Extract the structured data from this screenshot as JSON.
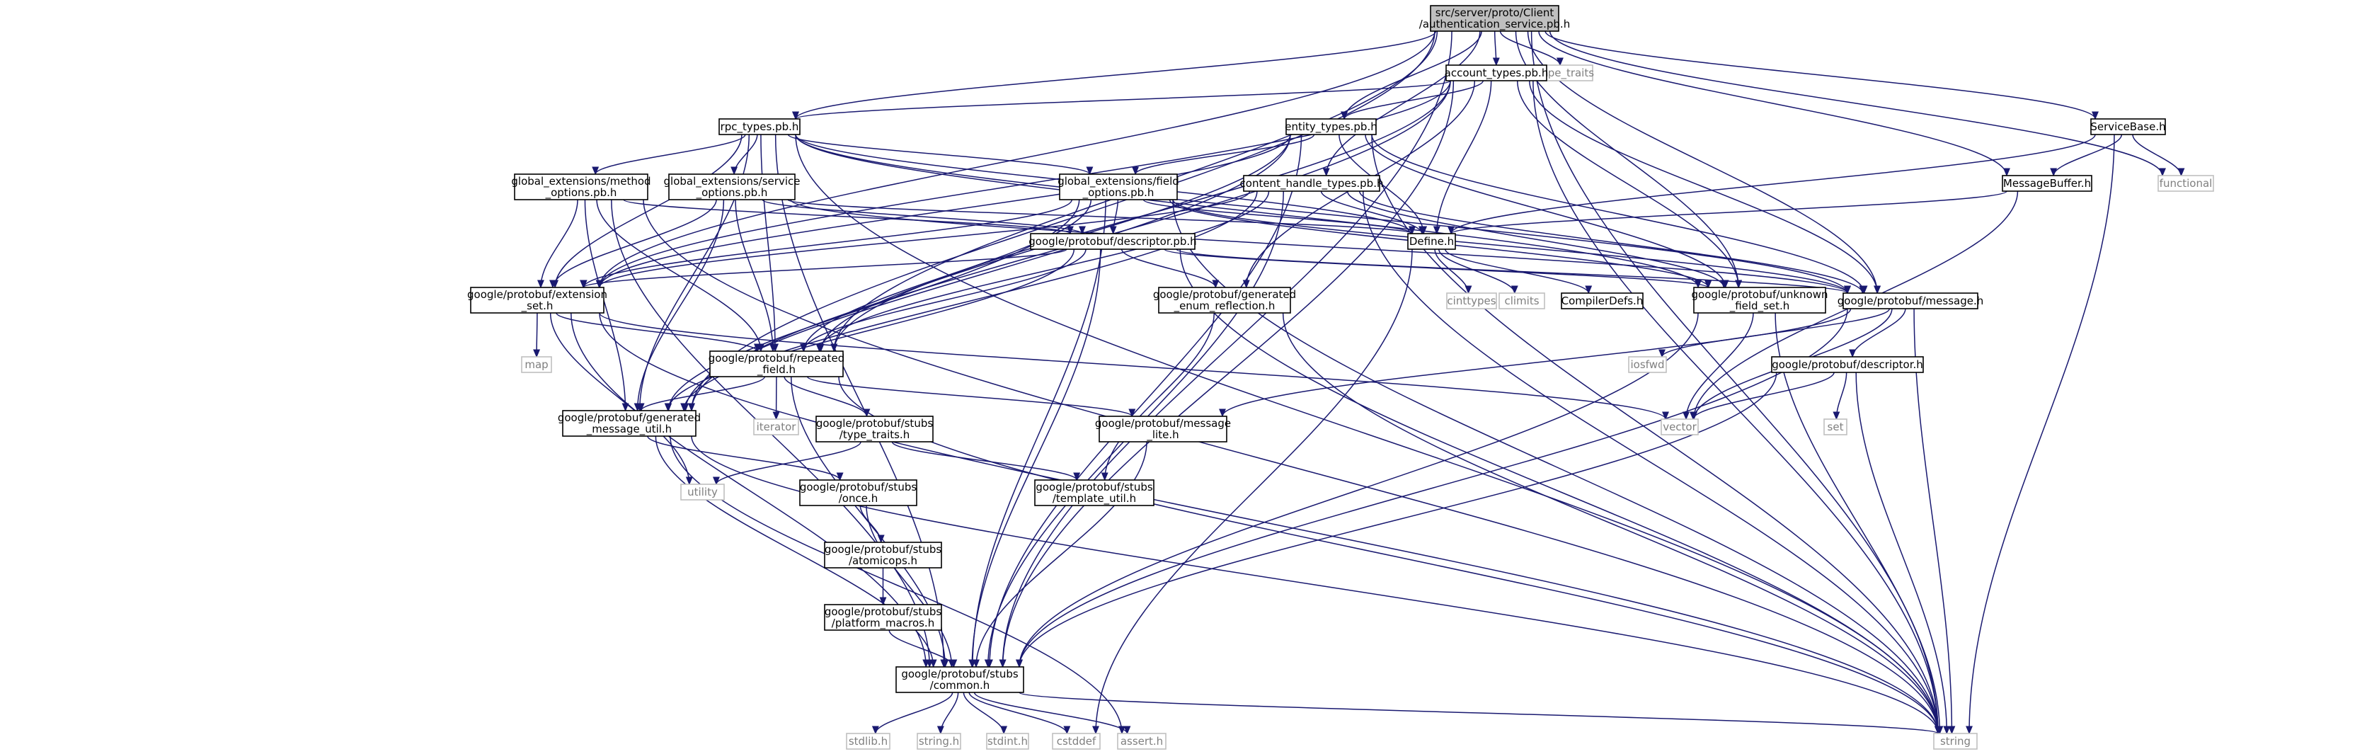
{
  "colors": {
    "edge": "#191970",
    "root_fill": "#bfbfbf",
    "system_border": "#bfbfbf",
    "system_text": "#7f7f7f"
  },
  "nodes": [
    {
      "id": "root",
      "lines": [
        "src/server/proto/Client",
        "/authentication_service.pb.h"
      ],
      "kind": "root"
    },
    {
      "id": "type_traits",
      "lines": [
        "type_traits"
      ],
      "kind": "system"
    },
    {
      "id": "account_types",
      "lines": [
        "account_types.pb.h"
      ],
      "kind": "file"
    },
    {
      "id": "servicebase",
      "lines": [
        "ServiceBase.h"
      ],
      "kind": "file"
    },
    {
      "id": "rpc_types",
      "lines": [
        "rpc_types.pb.h"
      ],
      "kind": "file"
    },
    {
      "id": "entity_types",
      "lines": [
        "entity_types.pb.h"
      ],
      "kind": "file"
    },
    {
      "id": "messagebuffer",
      "lines": [
        "MessageBuffer.h"
      ],
      "kind": "file"
    },
    {
      "id": "functional",
      "lines": [
        "functional"
      ],
      "kind": "system"
    },
    {
      "id": "ge_method",
      "lines": [
        "global_extensions/method",
        "_options.pb.h"
      ],
      "kind": "file"
    },
    {
      "id": "ge_service",
      "lines": [
        "global_extensions/service",
        "_options.pb.h"
      ],
      "kind": "file"
    },
    {
      "id": "ge_field",
      "lines": [
        "global_extensions/field",
        "_options.pb.h"
      ],
      "kind": "file"
    },
    {
      "id": "content_handle",
      "lines": [
        "content_handle_types.pb.h"
      ],
      "kind": "file"
    },
    {
      "id": "descriptor_pb",
      "lines": [
        "google/protobuf/descriptor.pb.h"
      ],
      "kind": "file"
    },
    {
      "id": "define",
      "lines": [
        "Define.h"
      ],
      "kind": "file"
    },
    {
      "id": "extension_set",
      "lines": [
        "google/protobuf/extension",
        "_set.h"
      ],
      "kind": "file"
    },
    {
      "id": "gen_enum",
      "lines": [
        "google/protobuf/generated",
        "_enum_reflection.h"
      ],
      "kind": "file"
    },
    {
      "id": "unknown_field",
      "lines": [
        "google/protobuf/unknown",
        "_field_set.h"
      ],
      "kind": "file"
    },
    {
      "id": "message_h",
      "lines": [
        "google/protobuf/message.h"
      ],
      "kind": "file"
    },
    {
      "id": "cinttypes",
      "lines": [
        "cinttypes"
      ],
      "kind": "system"
    },
    {
      "id": "climits",
      "lines": [
        "climits"
      ],
      "kind": "system"
    },
    {
      "id": "compilerdefs",
      "lines": [
        "CompilerDefs.h"
      ],
      "kind": "file"
    },
    {
      "id": "repeated_field",
      "lines": [
        "google/protobuf/repeated",
        "_field.h"
      ],
      "kind": "file"
    },
    {
      "id": "map",
      "lines": [
        "map"
      ],
      "kind": "system"
    },
    {
      "id": "iosfwd",
      "lines": [
        "iosfwd"
      ],
      "kind": "system"
    },
    {
      "id": "descriptor_h",
      "lines": [
        "google/protobuf/descriptor.h"
      ],
      "kind": "file"
    },
    {
      "id": "gen_msg_util",
      "lines": [
        "google/protobuf/generated",
        "_message_util.h"
      ],
      "kind": "file"
    },
    {
      "id": "iterator",
      "lines": [
        "iterator"
      ],
      "kind": "system"
    },
    {
      "id": "stubs_type_traits",
      "lines": [
        "google/protobuf/stubs",
        "/type_traits.h"
      ],
      "kind": "file"
    },
    {
      "id": "message_lite",
      "lines": [
        "google/protobuf/message",
        "_lite.h"
      ],
      "kind": "file"
    },
    {
      "id": "vector",
      "lines": [
        "vector"
      ],
      "kind": "system"
    },
    {
      "id": "set",
      "lines": [
        "set"
      ],
      "kind": "system"
    },
    {
      "id": "utility",
      "lines": [
        "utility"
      ],
      "kind": "system"
    },
    {
      "id": "stubs_once",
      "lines": [
        "google/protobuf/stubs",
        "/once.h"
      ],
      "kind": "file"
    },
    {
      "id": "stubs_template",
      "lines": [
        "google/protobuf/stubs",
        "/template_util.h"
      ],
      "kind": "file"
    },
    {
      "id": "stubs_atomicops",
      "lines": [
        "google/protobuf/stubs",
        "/atomicops.h"
      ],
      "kind": "file"
    },
    {
      "id": "stubs_platform",
      "lines": [
        "google/protobuf/stubs",
        "/platform_macros.h"
      ],
      "kind": "file"
    },
    {
      "id": "stubs_common",
      "lines": [
        "google/protobuf/stubs",
        "/common.h"
      ],
      "kind": "file"
    },
    {
      "id": "stdlib",
      "lines": [
        "stdlib.h"
      ],
      "kind": "system"
    },
    {
      "id": "string_h",
      "lines": [
        "string.h"
      ],
      "kind": "system"
    },
    {
      "id": "stdint",
      "lines": [
        "stdint.h"
      ],
      "kind": "system"
    },
    {
      "id": "cstddef",
      "lines": [
        "cstddef"
      ],
      "kind": "system"
    },
    {
      "id": "assert",
      "lines": [
        "assert.h"
      ],
      "kind": "system"
    },
    {
      "id": "string",
      "lines": [
        "string"
      ],
      "kind": "system"
    }
  ],
  "edges": [
    [
      "root",
      "type_traits"
    ],
    [
      "root",
      "account_types"
    ],
    [
      "root",
      "servicebase"
    ],
    [
      "root",
      "rpc_types"
    ],
    [
      "root",
      "entity_types"
    ],
    [
      "root",
      "messagebuffer"
    ],
    [
      "root",
      "functional"
    ],
    [
      "root",
      "content_handle"
    ],
    [
      "root",
      "extension_set"
    ],
    [
      "root",
      "unknown_field"
    ],
    [
      "root",
      "message_h"
    ],
    [
      "root",
      "repeated_field"
    ],
    [
      "root",
      "gen_msg_util"
    ],
    [
      "root",
      "stubs_common"
    ],
    [
      "root",
      "string"
    ],
    [
      "account_types",
      "rpc_types"
    ],
    [
      "account_types",
      "entity_types"
    ],
    [
      "account_types",
      "define"
    ],
    [
      "account_types",
      "extension_set"
    ],
    [
      "account_types",
      "gen_enum"
    ],
    [
      "account_types",
      "unknown_field"
    ],
    [
      "account_types",
      "message_h"
    ],
    [
      "account_types",
      "repeated_field"
    ],
    [
      "account_types",
      "gen_msg_util"
    ],
    [
      "account_types",
      "stubs_common"
    ],
    [
      "account_types",
      "string"
    ],
    [
      "servicebase",
      "messagebuffer"
    ],
    [
      "servicebase",
      "define"
    ],
    [
      "servicebase",
      "functional"
    ],
    [
      "servicebase",
      "string"
    ],
    [
      "rpc_types",
      "ge_method"
    ],
    [
      "rpc_types",
      "ge_service"
    ],
    [
      "rpc_types",
      "ge_field"
    ],
    [
      "rpc_types",
      "define"
    ],
    [
      "rpc_types",
      "extension_set"
    ],
    [
      "rpc_types",
      "unknown_field"
    ],
    [
      "rpc_types",
      "message_h"
    ],
    [
      "rpc_types",
      "repeated_field"
    ],
    [
      "rpc_types",
      "gen_msg_util"
    ],
    [
      "rpc_types",
      "stubs_common"
    ],
    [
      "rpc_types",
      "string"
    ],
    [
      "entity_types",
      "ge_field"
    ],
    [
      "entity_types",
      "define"
    ],
    [
      "entity_types",
      "extension_set"
    ],
    [
      "entity_types",
      "unknown_field"
    ],
    [
      "entity_types",
      "message_h"
    ],
    [
      "entity_types",
      "repeated_field"
    ],
    [
      "entity_types",
      "gen_msg_util"
    ],
    [
      "entity_types",
      "stubs_common"
    ],
    [
      "entity_types",
      "string"
    ],
    [
      "messagebuffer",
      "define"
    ],
    [
      "messagebuffer",
      "vector"
    ],
    [
      "ge_method",
      "descriptor_pb"
    ],
    [
      "ge_method",
      "extension_set"
    ],
    [
      "ge_method",
      "repeated_field"
    ],
    [
      "ge_method",
      "gen_msg_util"
    ],
    [
      "ge_method",
      "stubs_common"
    ],
    [
      "ge_method",
      "string"
    ],
    [
      "ge_service",
      "descriptor_pb"
    ],
    [
      "ge_service",
      "extension_set"
    ],
    [
      "ge_service",
      "repeated_field"
    ],
    [
      "ge_service",
      "gen_msg_util"
    ],
    [
      "ge_service",
      "define"
    ],
    [
      "ge_service",
      "message_h"
    ],
    [
      "ge_field",
      "descriptor_pb"
    ],
    [
      "ge_field",
      "define"
    ],
    [
      "ge_field",
      "extension_set"
    ],
    [
      "ge_field",
      "unknown_field"
    ],
    [
      "ge_field",
      "message_h"
    ],
    [
      "ge_field",
      "repeated_field"
    ],
    [
      "ge_field",
      "gen_msg_util"
    ],
    [
      "ge_field",
      "stubs_common"
    ],
    [
      "ge_field",
      "string"
    ],
    [
      "content_handle",
      "define"
    ],
    [
      "content_handle",
      "extension_set"
    ],
    [
      "content_handle",
      "unknown_field"
    ],
    [
      "content_handle",
      "message_h"
    ],
    [
      "content_handle",
      "repeated_field"
    ],
    [
      "content_handle",
      "gen_msg_util"
    ],
    [
      "content_handle",
      "stubs_common"
    ],
    [
      "content_handle",
      "string"
    ],
    [
      "descriptor_pb",
      "extension_set"
    ],
    [
      "descriptor_pb",
      "gen_enum"
    ],
    [
      "descriptor_pb",
      "unknown_field"
    ],
    [
      "descriptor_pb",
      "message_h"
    ],
    [
      "descriptor_pb",
      "repeated_field"
    ],
    [
      "descriptor_pb",
      "gen_msg_util"
    ],
    [
      "descriptor_pb",
      "stubs_common"
    ],
    [
      "descriptor_pb",
      "string"
    ],
    [
      "define",
      "cinttypes"
    ],
    [
      "define",
      "climits"
    ],
    [
      "define",
      "compilerdefs"
    ],
    [
      "define",
      "cstddef"
    ],
    [
      "extension_set",
      "map"
    ],
    [
      "extension_set",
      "repeated_field"
    ],
    [
      "extension_set",
      "utility"
    ],
    [
      "extension_set",
      "vector"
    ],
    [
      "extension_set",
      "stubs_common"
    ],
    [
      "extension_set",
      "string"
    ],
    [
      "gen_enum",
      "stubs_template"
    ],
    [
      "gen_enum",
      "string"
    ],
    [
      "unknown_field",
      "vector"
    ],
    [
      "unknown_field",
      "stubs_common"
    ],
    [
      "unknown_field",
      "string"
    ],
    [
      "message_h",
      "iosfwd"
    ],
    [
      "message_h",
      "descriptor_h"
    ],
    [
      "message_h",
      "message_lite"
    ],
    [
      "message_h",
      "vector"
    ],
    [
      "message_h",
      "stubs_common"
    ],
    [
      "message_h",
      "string"
    ],
    [
      "repeated_field",
      "iterator"
    ],
    [
      "repeated_field",
      "stubs_type_traits"
    ],
    [
      "repeated_field",
      "message_lite"
    ],
    [
      "repeated_field",
      "gen_msg_util"
    ],
    [
      "repeated_field",
      "stubs_common"
    ],
    [
      "repeated_field",
      "string"
    ],
    [
      "descriptor_h",
      "set"
    ],
    [
      "descriptor_h",
      "vector"
    ],
    [
      "descriptor_h",
      "stubs_common"
    ],
    [
      "descriptor_h",
      "string"
    ],
    [
      "gen_msg_util",
      "stubs_once"
    ],
    [
      "gen_msg_util",
      "assert"
    ],
    [
      "gen_msg_util",
      "stubs_common"
    ],
    [
      "gen_msg_util",
      "string"
    ],
    [
      "stubs_type_traits",
      "stubs_template"
    ],
    [
      "stubs_type_traits",
      "utility"
    ],
    [
      "message_lite",
      "stubs_common"
    ],
    [
      "stubs_once",
      "stubs_atomicops"
    ],
    [
      "stubs_once",
      "stubs_common"
    ],
    [
      "stubs_atomicops",
      "stubs_platform"
    ],
    [
      "stubs_platform",
      "stubs_common"
    ],
    [
      "stubs_common",
      "stdlib"
    ],
    [
      "stubs_common",
      "string_h"
    ],
    [
      "stubs_common",
      "stdint"
    ],
    [
      "stubs_common",
      "cstddef"
    ],
    [
      "stubs_common",
      "assert"
    ],
    [
      "stubs_common",
      "string"
    ]
  ]
}
